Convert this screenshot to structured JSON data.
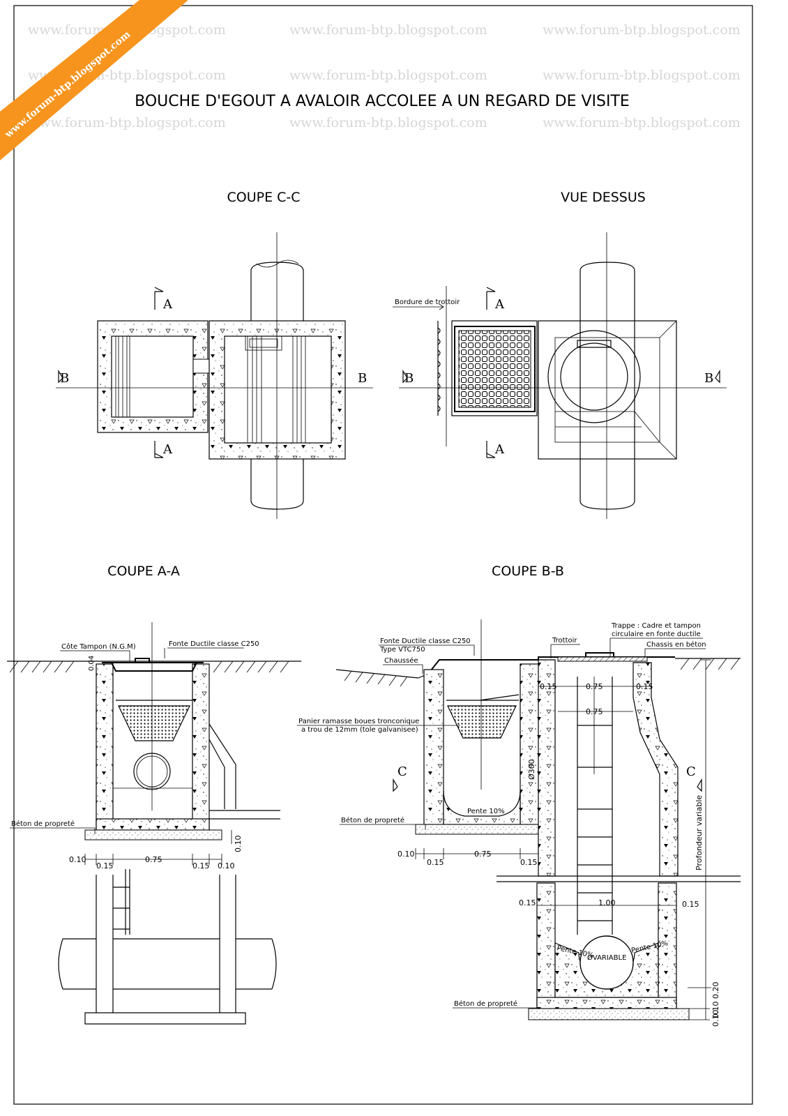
{
  "title": "BOUCHE D'EGOUT A AVALOIR ACCOLEE A UN REGARD DE VISITE",
  "watermark": "www.forum-btp.blogspot.com",
  "ribbon": "www.forum-btp.blogspot.com",
  "ribbon_color": "#f7941d",
  "views": {
    "cc": {
      "title": "COUPE C-C",
      "section_a_top": "A",
      "section_a_bottom": "A",
      "section_b_left": "B",
      "section_b_right": "B"
    },
    "top": {
      "title": "VUE DESSUS",
      "curb_label": "Bordure de trottoir",
      "section_a_top": "A",
      "section_a_bottom": "A",
      "section_b_left": "B",
      "section_b_right": "B"
    },
    "aa": {
      "title": "COUPE A-A",
      "cote_tampon": "Côte Tampon (N.G.M)",
      "fonte": "Fonte Ductile classe C250",
      "beton": "Béton de propreté",
      "small_dim": "0.04",
      "dims": [
        "0.10",
        "0.15",
        "0.75",
        "0.15",
        "0.10"
      ],
      "vertical_dim": "0.10"
    },
    "bb": {
      "title": "COUPE B-B",
      "fonte": "Fonte Ductile classe C250",
      "type": "Type VTC750",
      "chaussee": "Chaussée",
      "trottoir": "Trottoir",
      "trappe_1": "Trappe : Cadre et tampon",
      "trappe_2": "circulaire en fonte ductile",
      "chassis": "Chassis en béton",
      "panier_1": "Panier ramasse boues tronconique",
      "panier_2": "a trou de 12mm (tole galvanisee)",
      "beton_1": "Béton de propreté",
      "beton_2": "Béton de propreté",
      "diam": "Ø300",
      "pente": "Pente 10%",
      "pente_l": "Pente 10%",
      "pente_r": "Pente 10%",
      "ovariable": "ØVARIABLE",
      "profondeur": "Profondeur variable",
      "section_c_left": "C",
      "section_c_right": "C",
      "dims_bottom": [
        "0.10",
        "0.15",
        "0.75",
        "0.15"
      ],
      "dims_shaft": {
        "top_left": "0.15",
        "top_right": "0.15",
        "w1": "0.75",
        "w2": "0.75",
        "side_left": "0.15",
        "side_right": "0.15",
        "w3": "1.00"
      },
      "dims_right": [
        "0.20",
        "0.10",
        "0.10"
      ]
    }
  }
}
